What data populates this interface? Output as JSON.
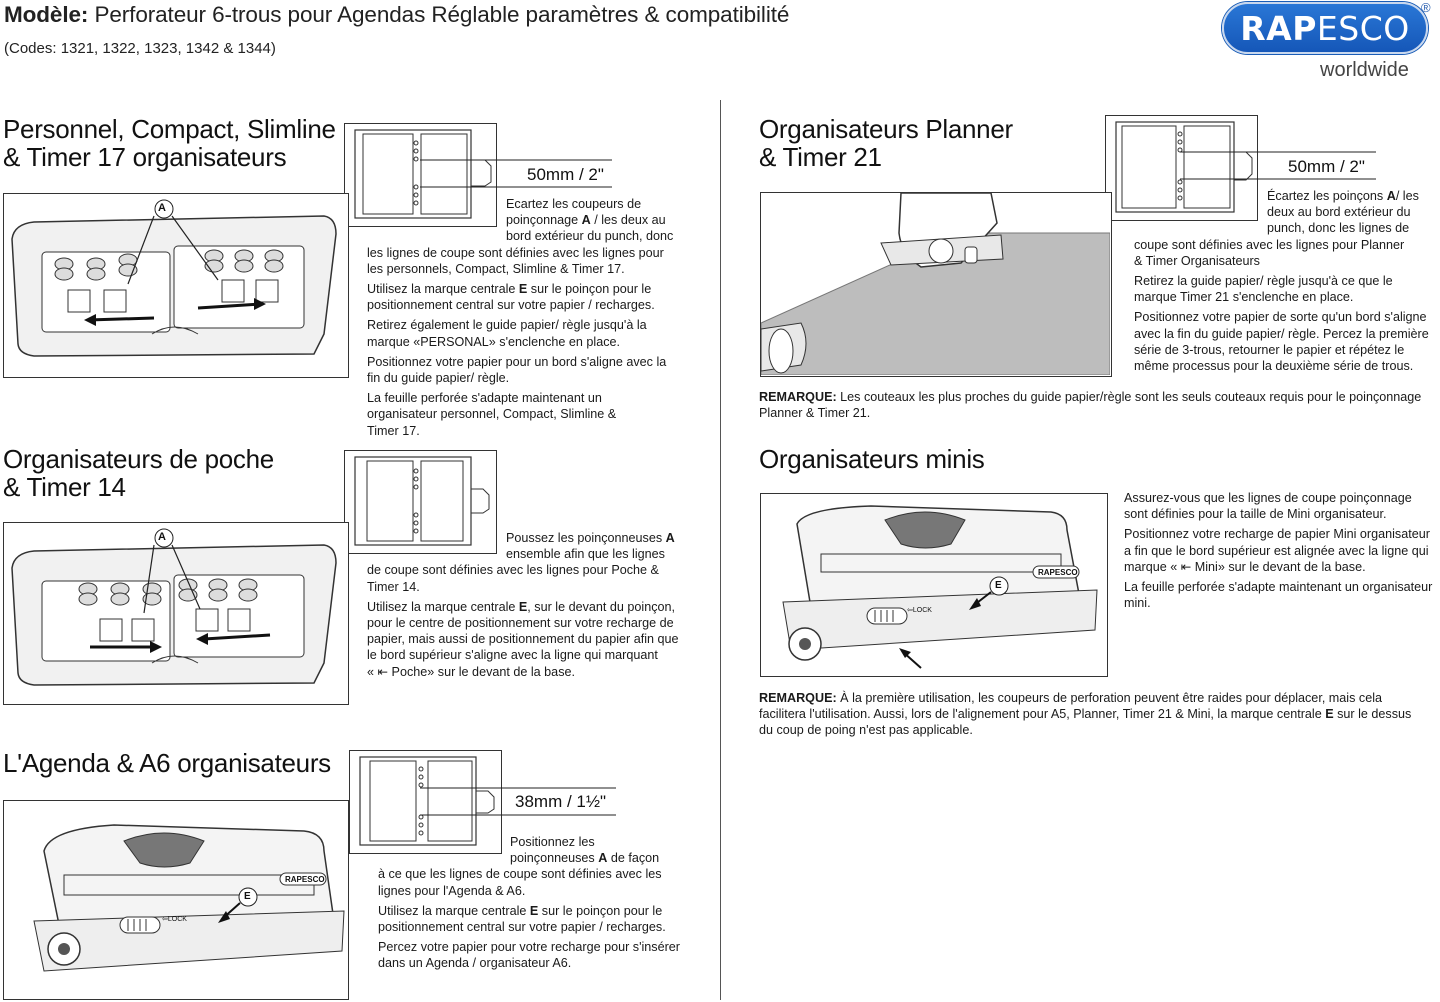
{
  "header": {
    "title_bold": "Modèle:",
    "title_rest": " Perforateur 6-trous pour Agendas Réglable paramètres & compatibilité",
    "codes": "(Codes: 1321, 1322, 1323, 1342 & 1344)"
  },
  "logo": {
    "brand_bold": "RAP",
    "brand_rest": "ESCO",
    "registered": "®",
    "sub": "worldwide",
    "color": "#1f6ac8"
  },
  "sections": {
    "personnel": {
      "heading_1": "Personnel, Compact, Slimline",
      "heading_2": "& Timer 17 organisateurs",
      "dimension": "50mm / 2\"",
      "label_a": "A",
      "p1_a": "Ecartez les coupeurs de",
      "p1_b": "poinçonnage ",
      "p1_bold": "A",
      "p1_c": " / les deux au",
      "p1_d": "bord extérieur du punch, donc",
      "p1_e": "les lignes de coupe sont définies avec les lignes pour",
      "p1_f": "les personnels, Compact, Slimline & Timer 17.",
      "p2_a": "Utilisez la marque centrale ",
      "p2_bold": "E",
      "p2_b": " sur le poinçon pour le",
      "p2_c": "positionnement central sur votre papier / recharges.",
      "p3_a": "Retirez également le guide papier/ règle jusqu'à la",
      "p3_b": "marque «PERSONAL» s'enclenche en place.",
      "p4_a": "Positionnez votre papier pour un bord s'aligne avec la",
      "p4_b": "fin du guide papier/ règle.",
      "p5_a": "La feuille perforée s'adapte maintenant un",
      "p5_b": "organisateur personnel, Compact, Slimline &",
      "p5_c": "Timer 17."
    },
    "poche": {
      "heading_1": "Organisateurs de poche",
      "heading_2": "& Timer 14",
      "label_a": "A",
      "p1_a": "Poussez les poinçonneuses ",
      "p1_bold": "A",
      "p1_b": "ensemble afin que les lignes",
      "p1_c": "de coupe sont définies avec les lignes pour Poche &",
      "p1_d": "Timer 14.",
      "p2_a": "Utilisez la marque centrale ",
      "p2_bold": "E",
      "p2_b": ", sur le devant du poinçon,",
      "p2_c": "pour le centre de positionnement sur votre recharge de",
      "p2_d": "papier, mais aussi de positionnement du papier afin que",
      "p2_e": "le bord supérieur s'aligne avec la ligne qui marquant",
      "p2_f": "« ⇤ Poche» sur le devant de la base."
    },
    "agenda": {
      "heading": "L'Agenda & A6 organisateurs",
      "dimension": "38mm / 1½\"",
      "label_e": "E",
      "brand": "RAPESCO",
      "lock": "⇦LOCK",
      "p1_a": "Positionnez les",
      "p1_b": "poinçonneuses ",
      "p1_bold": "A",
      "p1_c": " de façon",
      "p1_d": "à ce que les lignes de coupe sont définies avec les",
      "p1_e": "lignes pour l'Agenda & A6.",
      "p2_a": "Utilisez la marque centrale ",
      "p2_bold": "E",
      "p2_b": " sur le poinçon pour le",
      "p2_c": "positionnement central sur votre papier / recharges.",
      "p3_a": "Percez votre papier pour votre recharge pour s'insérer",
      "p3_b": "dans un Agenda / organisateur A6."
    },
    "planner": {
      "heading_1": "Organisateurs Planner",
      "heading_2": "& Timer 21",
      "dimension": "50mm / 2\"",
      "p1_a": "Écartez les poinçons ",
      "p1_bold": "A",
      "p1_b": "/ les",
      "p1_c": "deux au bord extérieur du",
      "p1_d": "punch, donc les lignes de",
      "p1_e": "coupe sont définies avec les lignes pour Planner",
      "p1_f": "& Timer Organisateurs",
      "p2_a": "Retirez la guide papier/ règle jusqu'à ce que le",
      "p2_b": "marque Timer 21 s'enclenche en place.",
      "p3_a": "Positionnez votre papier de sorte qu'un bord s'aligne",
      "p3_b": "avec la fin du guide papier/ règle.  Percez la  première",
      "p3_c": "série de 3-trous, retourner le papier et répétez le",
      "p3_d": "même processus pour la deuxième série de trous.",
      "note_bold": "REMARQUE:",
      "note_a": "  Les couteaux les plus proches du guide papier/règle sont les seuls couteaux requis pour le poinçonnage",
      "note_b": "Planner & Timer 21."
    },
    "minis": {
      "heading": "Organisateurs minis",
      "label_e": "E",
      "brand": "RAPESCO",
      "lock": "⇦LOCK",
      "p1_a": "Assurez-vous que les lignes de coupe poinçonnage",
      "p1_b": "sont définies pour la taille de Mini organisateur.",
      "p2_a": "Positionnez votre recharge de papier Mini organisateur",
      "p2_b": "a fin que le bord supérieur est alignée avec la ligne qui",
      "p2_c": "marque « ⇤ Mini» sur le devant de la base.",
      "p3_a": "La feuille perforée s'adapte maintenant un organisateur",
      "p3_b": "mini.",
      "note_bold": "REMARQUE:",
      "note_a": "  À la première utilisation, les coupeurs de perforation peuvent être raides pour déplacer, mais cela",
      "note_b": "facilitera l'utilisation. Aussi, lors de l'alignement pour A5, Planner, Timer 21 & Mini, la marque centrale ",
      "note_bold2": "E",
      "note_c": " sur le dessus",
      "note_d": "du coup de poing n'est pas applicable."
    }
  }
}
